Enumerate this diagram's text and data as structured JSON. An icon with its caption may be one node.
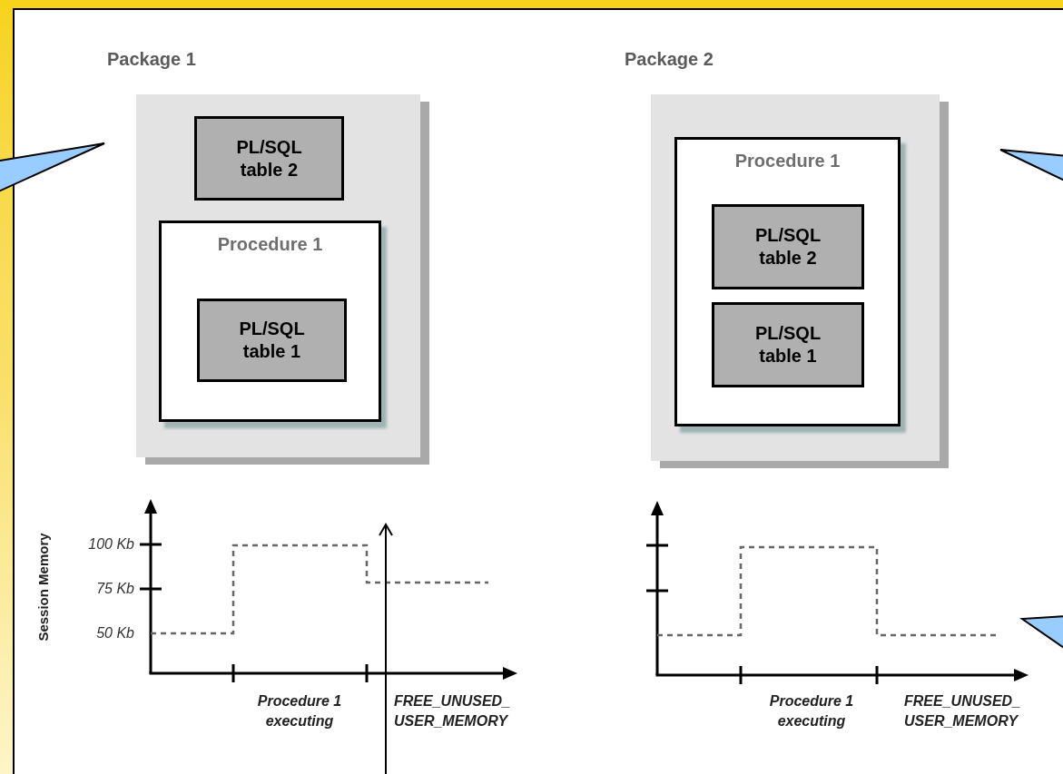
{
  "diagram": {
    "nodes": [
      {
        "text": [
          "Package 1"
        ]
      },
      {
        "text": [
          "PL/SQL table 2"
        ],
        "in": 0
      },
      {
        "text": [
          "Procedure 1"
        ],
        "in": 0
      },
      {
        "text": [
          "PL/SQL table 1"
        ],
        "in": 2
      },
      {
        "text": [
          "Package 2"
        ]
      },
      {
        "text": [
          "Procedure 1"
        ],
        "in": 4
      },
      {
        "text": [
          "PL/SQL table 2"
        ],
        "in": 5
      },
      {
        "text": [
          "PL/SQL table 1"
        ],
        "in": 5
      },
      {
        "text": [],
        "shape": "callout"
      },
      {
        "text": [],
        "shape": "callout"
      },
      {
        "text": [],
        "shape": "callout"
      }
    ],
    "labels": [
      "Session Memory",
      "100 Kb",
      "75 Kb",
      "50 Kb",
      "Procedure 1 executing",
      "FREE_UNUSED_ USER_MEMORY",
      "Procedure 1 executing",
      "FREE_UNUSED_ USER_MEMORY"
    ]
  }
}
